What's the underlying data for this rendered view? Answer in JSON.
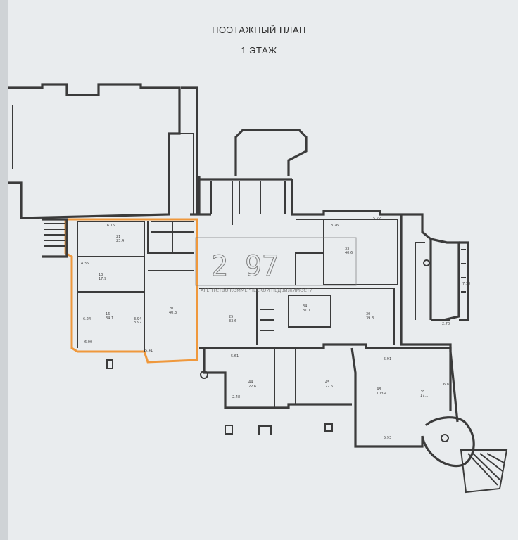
{
  "header": {
    "title": "ПОЭТАЖНЫЙ ПЛАН",
    "floor": "1 ЭТАЖ"
  },
  "watermark": {
    "number": "2 97",
    "caption": "АГЕНТСТВО КОММЕРЧЕСКОЙ НЕДВИЖИМОСТИ"
  },
  "rooms": [
    {
      "id": "r1",
      "number": "21",
      "area": "23.4"
    },
    {
      "id": "r2",
      "number": "13",
      "area": "17.9"
    },
    {
      "id": "r3",
      "number": "16",
      "area": "34.1"
    },
    {
      "id": "r4",
      "number": "20",
      "area": "40.3"
    },
    {
      "id": "r5",
      "number": "25",
      "area": "33.6"
    },
    {
      "id": "r6",
      "number": "30",
      "area": "39.3"
    },
    {
      "id": "r7",
      "number": "44",
      "area": "22.6"
    },
    {
      "id": "r8",
      "number": "45",
      "area": "22.6"
    },
    {
      "id": "r9",
      "number": "48",
      "area": "103.4"
    },
    {
      "id": "r10",
      "number": "38",
      "area": "17.1"
    },
    {
      "id": "r11",
      "number": "33",
      "area": "40.6"
    },
    {
      "id": "r12",
      "number": "34",
      "area": "31.1"
    }
  ],
  "dimensions": [
    "6.15",
    "4.35",
    "6.24",
    "3.94",
    "5.61",
    "6.00",
    "5.22",
    "3.26",
    "5.41",
    "5.91",
    "6.81",
    "5.93",
    "2.70",
    "7.18",
    "3.92",
    "2.48"
  ],
  "highlight": {
    "color": "#f08a1c"
  },
  "colors": {
    "wall": "#3b3b3b",
    "background": "#e9ecee",
    "highlight": "#f08a1c"
  }
}
